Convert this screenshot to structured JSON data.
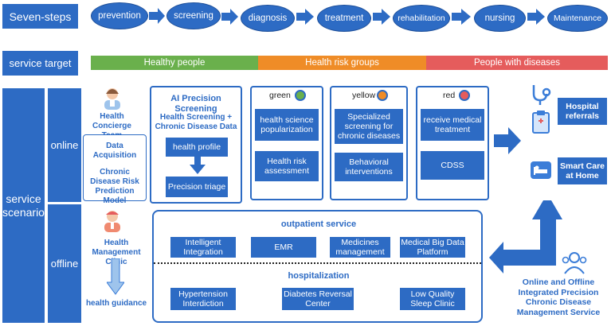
{
  "header": {
    "steps_title": "Seven-steps",
    "steps": [
      "prevention",
      "screening",
      "diagnosis",
      "treatment",
      "rehabilitation",
      "nursing",
      "Maintenance"
    ]
  },
  "target": {
    "title": "service target",
    "healthy": "Healthy people",
    "risk": "Health risk groups",
    "disease": "People with diseases",
    "colors": {
      "healthy": "#6ab04c",
      "risk": "#ef8c27",
      "disease": "#e55c5c"
    }
  },
  "scenario": {
    "title": "service scenario",
    "online": "online",
    "offline": "offline"
  },
  "online_left": {
    "concierge": "Health Concierge Team",
    "data_acq": "Data Acquisition",
    "model": "Chronic Disease Risk Prediction Model"
  },
  "ai": {
    "title": "AI Precision Screening",
    "subtitle": "Health Screening + Chronic Disease Data",
    "profile": "health profile",
    "triage": "Precision triage"
  },
  "green": {
    "label": "green",
    "item1": "health science popularization",
    "item2": "Health risk assessment"
  },
  "yellow": {
    "label": "yellow",
    "item1": "Specialized screening for chronic diseases",
    "item2": "Behavioral interventions"
  },
  "red": {
    "label": "red",
    "item1": "receive medical treatment",
    "item2": "CDSS"
  },
  "right": {
    "hospital": "Hospital referrals",
    "home": "Smart Care at Home",
    "integrated": "Online and Offline Integrated Precision Chronic Disease Management Service"
  },
  "offline_left": {
    "clinic": "Health Management Clinic",
    "guidance": "health guidance"
  },
  "outpatient": {
    "title": "outpatient service",
    "items": [
      "Intelligent Integration",
      "EMR",
      "Medicines management",
      "Medical Big Data Platform"
    ]
  },
  "hospitalization": {
    "title": "hospitalization",
    "items": [
      "Hypertension Interdiction",
      "Diabetes Reversal Center",
      "Low Quality Sleep Clinic"
    ]
  },
  "icons": [
    "nurse-icon",
    "doctor-icon",
    "stethoscope-icon",
    "clipboard-icon",
    "bed-icon",
    "people-icon"
  ]
}
